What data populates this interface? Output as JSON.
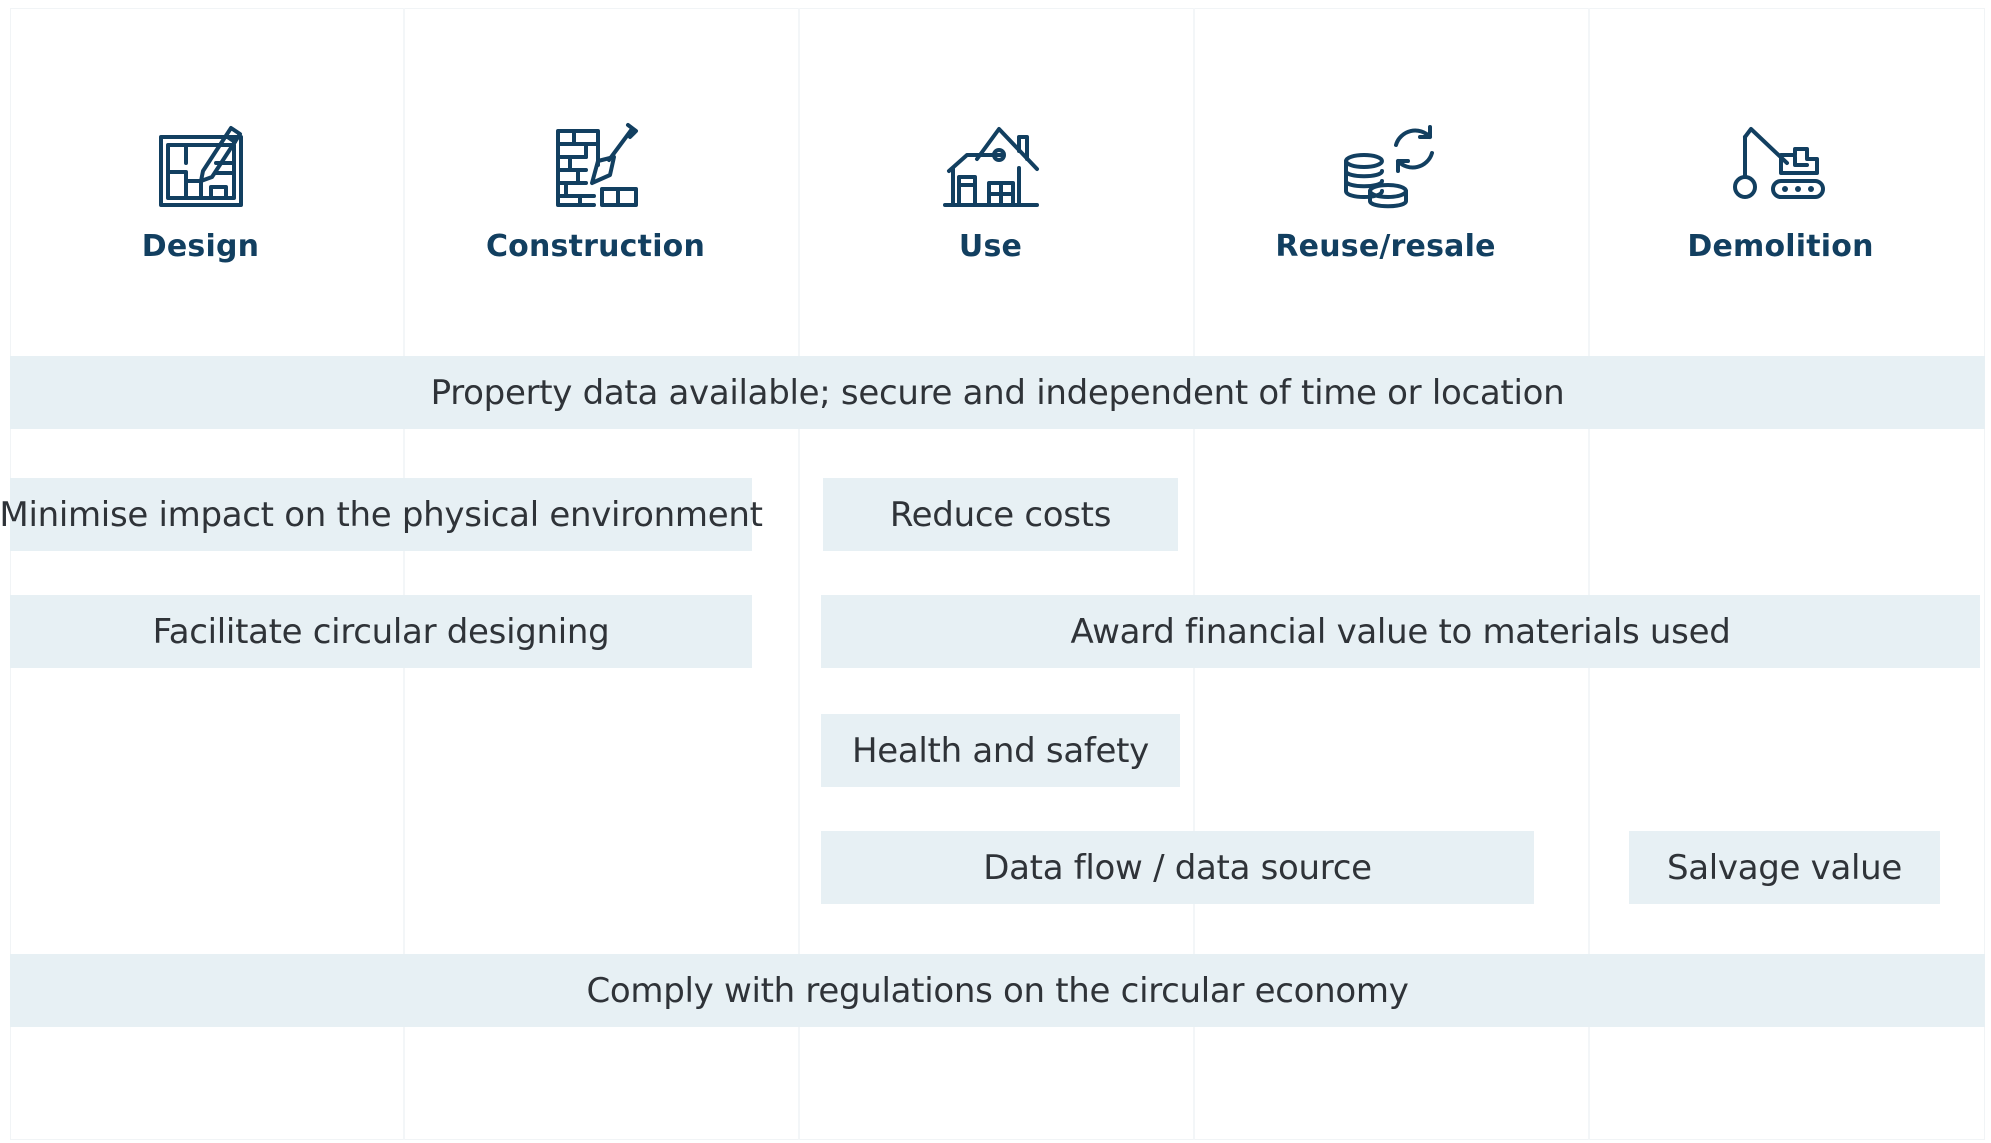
{
  "stages": [
    {
      "label": "Design",
      "icon": "blueprint-pencil-icon"
    },
    {
      "label": "Construction",
      "icon": "brick-wall-trowel-icon"
    },
    {
      "label": "Use",
      "icon": "house-icon"
    },
    {
      "label": "Reuse/resale",
      "icon": "coins-recycle-icon"
    },
    {
      "label": "Demolition",
      "icon": "wrecking-crane-icon"
    }
  ],
  "bars": {
    "property_data": "Property data available; secure and independent of time or location",
    "minimise_impact": "Minimise impact on the physical environment",
    "reduce_costs": "Reduce costs",
    "circular_designing": "Facilitate circular designing",
    "financial_value": "Award financial value to materials used",
    "health_safety": "Health and safety",
    "data_flow": "Data flow / data source",
    "salvage_value": "Salvage value",
    "comply_regulations": "Comply with regulations on the circular economy"
  },
  "colors": {
    "icon_and_heading": "#123f60",
    "bar_fill": "#e7f0f4",
    "bar_text": "#2f3338"
  }
}
